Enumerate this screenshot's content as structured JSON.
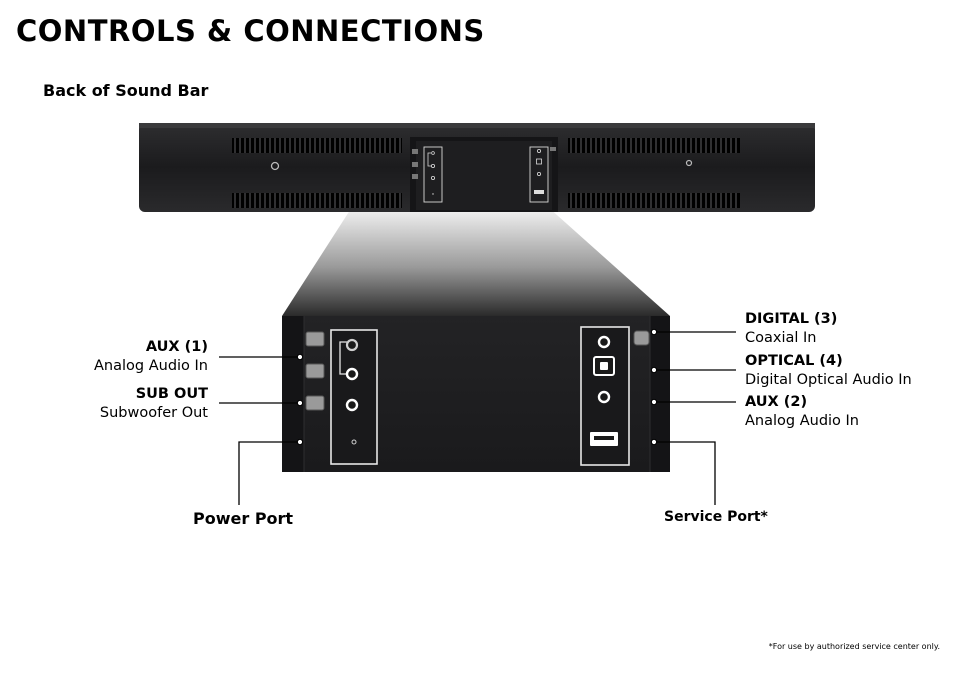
{
  "title": "CONTROLS & CONNECTIONS",
  "subtitle": "Back of Sound Bar",
  "labels": {
    "aux1_title": "AUX (1)",
    "aux1_desc": "Analog Audio In",
    "subout_title": "SUB OUT",
    "subout_desc": "Subwoofer Out",
    "power_port": "Power Port",
    "digital_title": "DIGITAL (3)",
    "digital_desc": "Coaxial In",
    "optical_title": "OPTICAL (4)",
    "optical_desc": "Digital Optical Audio In",
    "aux2_title": "AUX (2)",
    "aux2_desc": "Analog Audio In",
    "service_port": "Service Port*"
  },
  "footnote": "*For use by authorized service center only.",
  "colors": {
    "device_body": "#1c1c1e",
    "device_panel": "#232325",
    "vent": "#000000",
    "outline": "#e8e8e8"
  }
}
